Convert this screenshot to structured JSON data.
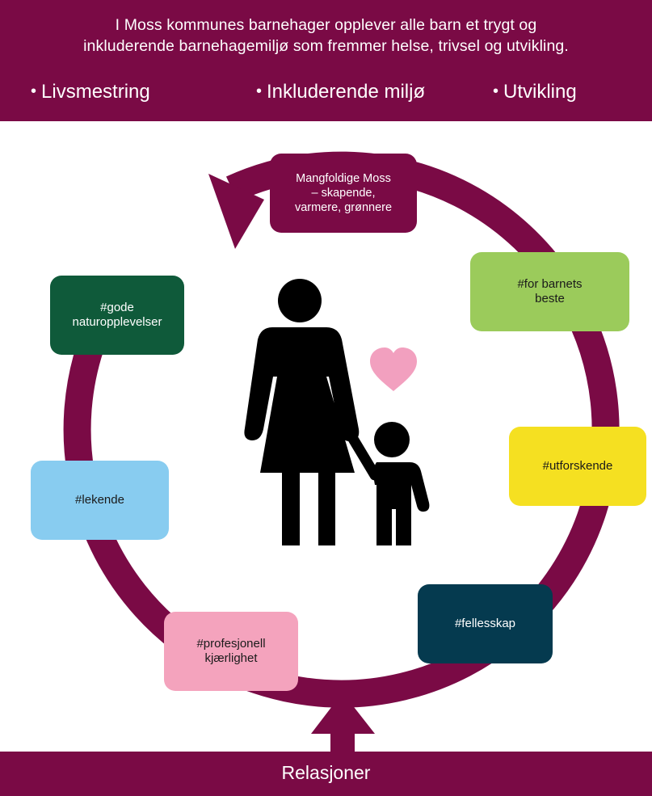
{
  "header": {
    "statement_lines": [
      "I Moss kommunes barnehager opplever alle barn et trygt og",
      "inkluderende barnehagemiljø som fremmer helse, trivsel og utvikling."
    ],
    "values": [
      "Livsmestring",
      "Inkluderende miljø",
      "Utvikling"
    ],
    "bullet": "•"
  },
  "cycle": {
    "boxes": {
      "mangfoldige": "Mangfoldige Moss\n– skapende,\nvarmere, grønnere",
      "barnets_beste": "#for barnets\nbeste",
      "utforskende": "#utforskende",
      "fellesskap": "#fellesskap",
      "kjaerlighet": "#profesjonell\nkjærlighet",
      "lekende": "#lekende",
      "naturopplevelser": "#gode\nnaturopplevelser"
    }
  },
  "footer": {
    "label": "Relasjoner"
  },
  "colors": {
    "brand": "#7a0a45",
    "green_light": "#9bcb5b",
    "yellow": "#f5e021",
    "navy": "#053a4f",
    "pink": "#f4a3bd",
    "light_blue": "#88ccf0",
    "dark_green": "#0f5a3a",
    "heart": "#f2a0bf"
  }
}
